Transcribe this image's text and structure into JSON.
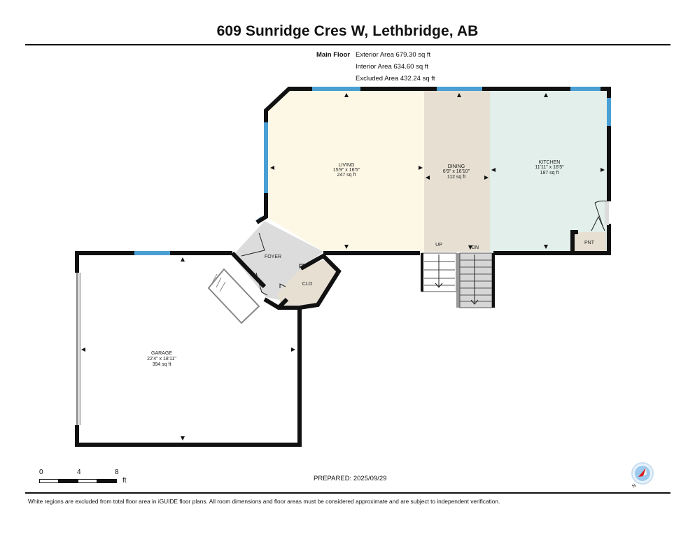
{
  "header": {
    "title": "609 Sunridge Cres W, Lethbridge, AB"
  },
  "floor_summary": {
    "floor_name": "Main Floor",
    "exterior_area": "Exterior Area 679.30 sq ft",
    "interior_area": "Interior Area 634.60 sq ft",
    "excluded_area": "Excluded Area 432.24 sq ft"
  },
  "rooms": [
    {
      "name": "LIVING",
      "dims": "15'9\" x 16'5\"",
      "area": "247 sq ft",
      "color": "#fdf8e6"
    },
    {
      "name": "DINING",
      "dims": "6'9\" x 16'10\"",
      "area": "112 sq ft",
      "color": "#e6dfd2"
    },
    {
      "name": "KITCHEN",
      "dims": "11'11\" x 16'5\"",
      "area": "187 sq ft",
      "color": "#e2efea"
    },
    {
      "name": "FOYER",
      "color": "#dcdcdc"
    },
    {
      "name": "CLO",
      "color": "#e6dfd2"
    },
    {
      "name": "PNT",
      "color": "#e6dfd2"
    },
    {
      "name": "GARAGE",
      "dims": "22'4\" x 18'11\"",
      "area": "394 sq ft",
      "color": "#ffffff"
    }
  ],
  "stairs": {
    "up_label": "UP",
    "down_label": "DN"
  },
  "colors": {
    "wall": "#111111",
    "window": "#4a9fd4",
    "stair_gray": "#d6d6d6"
  },
  "scale_bar": {
    "ticks": [
      "0",
      "4",
      "8"
    ],
    "unit": "ft"
  },
  "footer": {
    "prepared": "PREPARED: 2025/09/29",
    "disclaimer": "White regions are excluded from total floor area in iGUIDE floor plans. All room dimensions and floor areas must be considered approximate and are subject to independent verification.",
    "compass_label": "N"
  }
}
